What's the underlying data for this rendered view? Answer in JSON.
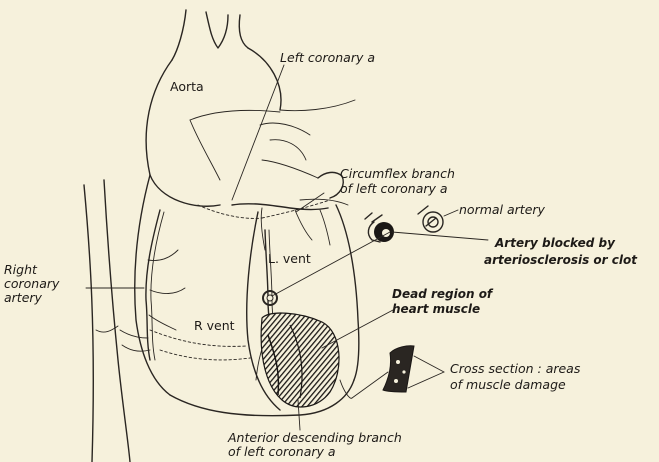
{
  "labels": {
    "aorta": "Aorta",
    "left_coronary": "Left coronary a",
    "circumflex_1": "Circumflex branch",
    "circumflex_2": "of left coronary a",
    "normal_artery": "normal artery",
    "blocked_1": "Artery blocked by",
    "blocked_2": "arteriosclerosis or clot",
    "right_coronary_1": "Right",
    "right_coronary_2": "coronary",
    "right_coronary_3": "artery",
    "l_vent": "L. vent",
    "r_vent": "R vent",
    "dead_region_1": "Dead region of",
    "dead_region_2": "heart muscle",
    "cross_section_1": "Cross section : areas",
    "cross_section_2": "of muscle damage",
    "anterior_1": "Anterior descending branch",
    "anterior_2": "of left coronary a"
  }
}
